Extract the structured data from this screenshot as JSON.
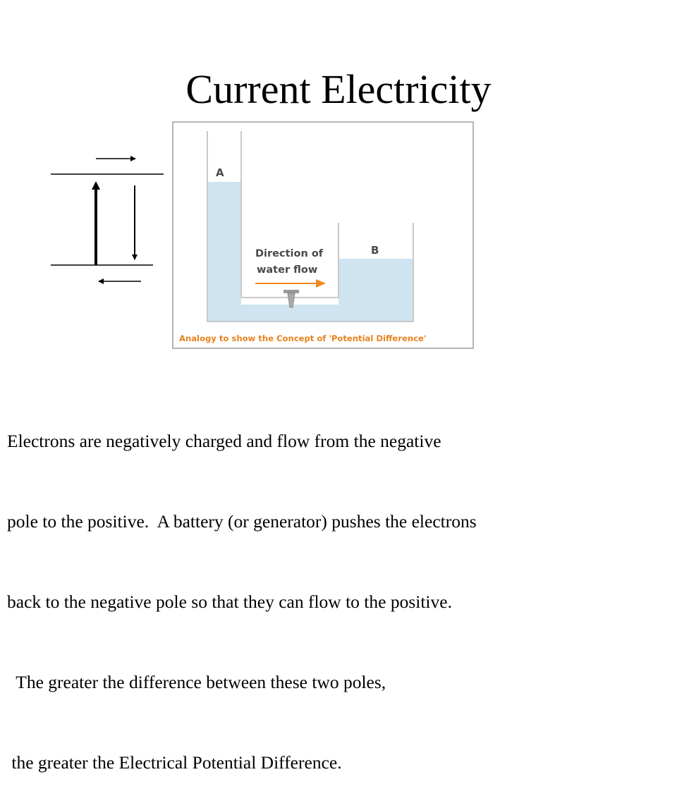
{
  "slide": {
    "title": "Current Electricity"
  },
  "figure": {
    "label_a": "A",
    "label_b": "B",
    "flow_line1": "Direction of",
    "flow_line2": "water flow",
    "caption": "Analogy to show the Concept of 'Potential Difference'",
    "colors": {
      "water": "#cfe3f0",
      "tank_outline": "#c9c9c9",
      "text": "#4a4a4a",
      "arrow": "#f08a1c",
      "caption": "#e8821e"
    }
  },
  "body": {
    "lines": [
      "Electrons are negatively charged and flow from the negative",
      "pole to the positive.  A battery (or generator) pushes the electrons",
      "back to the negative pole so that they can flow to the positive.",
      "  The greater the difference between these two poles,",
      " the greater the Electrical Potential Difference."
    ]
  }
}
